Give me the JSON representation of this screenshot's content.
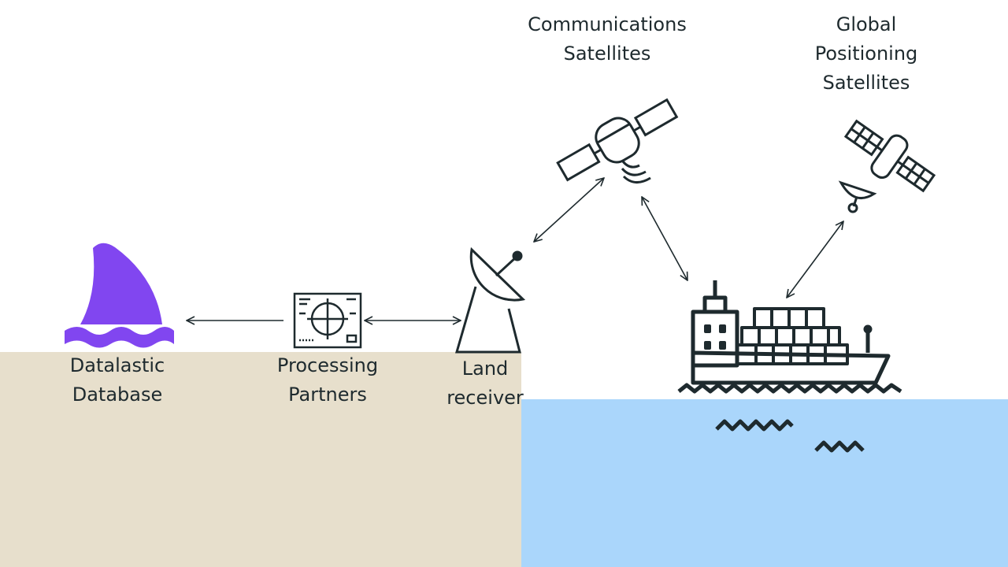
{
  "colors": {
    "land": "#e7dfcc",
    "sea": "#aad6fb",
    "icon_stroke": "#1e2a2e",
    "brand": "#8146f0"
  },
  "nodes": {
    "database": {
      "icon": "shark-fin-icon",
      "label_lines": [
        "Datalastic",
        "Database"
      ]
    },
    "partners": {
      "icon": "processing-terminal-icon",
      "label_lines": [
        "Processing",
        "Partners"
      ]
    },
    "receiver": {
      "icon": "satellite-dish-icon",
      "label_lines": [
        "Land",
        "receiver"
      ]
    },
    "comm_sats": {
      "icon": "communication-satellite-icon",
      "label_lines": [
        "Communications",
        "Satellites"
      ]
    },
    "gps_sats": {
      "icon": "gps-satellite-icon",
      "label_lines": [
        "Global",
        "Positioning",
        "Satellites"
      ]
    },
    "ship": {
      "icon": "container-ship-icon"
    }
  },
  "connections": [
    {
      "from": "partners",
      "to": "database",
      "direction": "one-way"
    },
    {
      "from": "partners",
      "to": "receiver",
      "direction": "two-way"
    },
    {
      "from": "receiver",
      "to": "comm_sats",
      "direction": "two-way"
    },
    {
      "from": "comm_sats",
      "to": "ship",
      "direction": "two-way"
    },
    {
      "from": "ship",
      "to": "gps_sats",
      "direction": "two-way"
    }
  ]
}
